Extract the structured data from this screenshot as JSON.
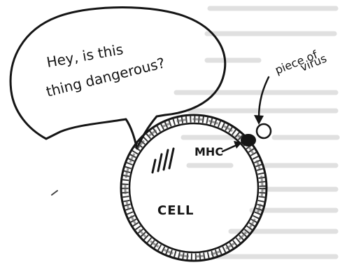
{
  "speech_bubble": {
    "line1": "Hey, is this",
    "line2": "thing dangerous?"
  },
  "labels": {
    "virus_line1": "piece of",
    "virus_line2": "virus",
    "mhc": "MHC",
    "cell": "CELL"
  },
  "colors": {
    "ink": "#151515",
    "background_text": "#b5b5b5",
    "paper": "#ffffff"
  }
}
